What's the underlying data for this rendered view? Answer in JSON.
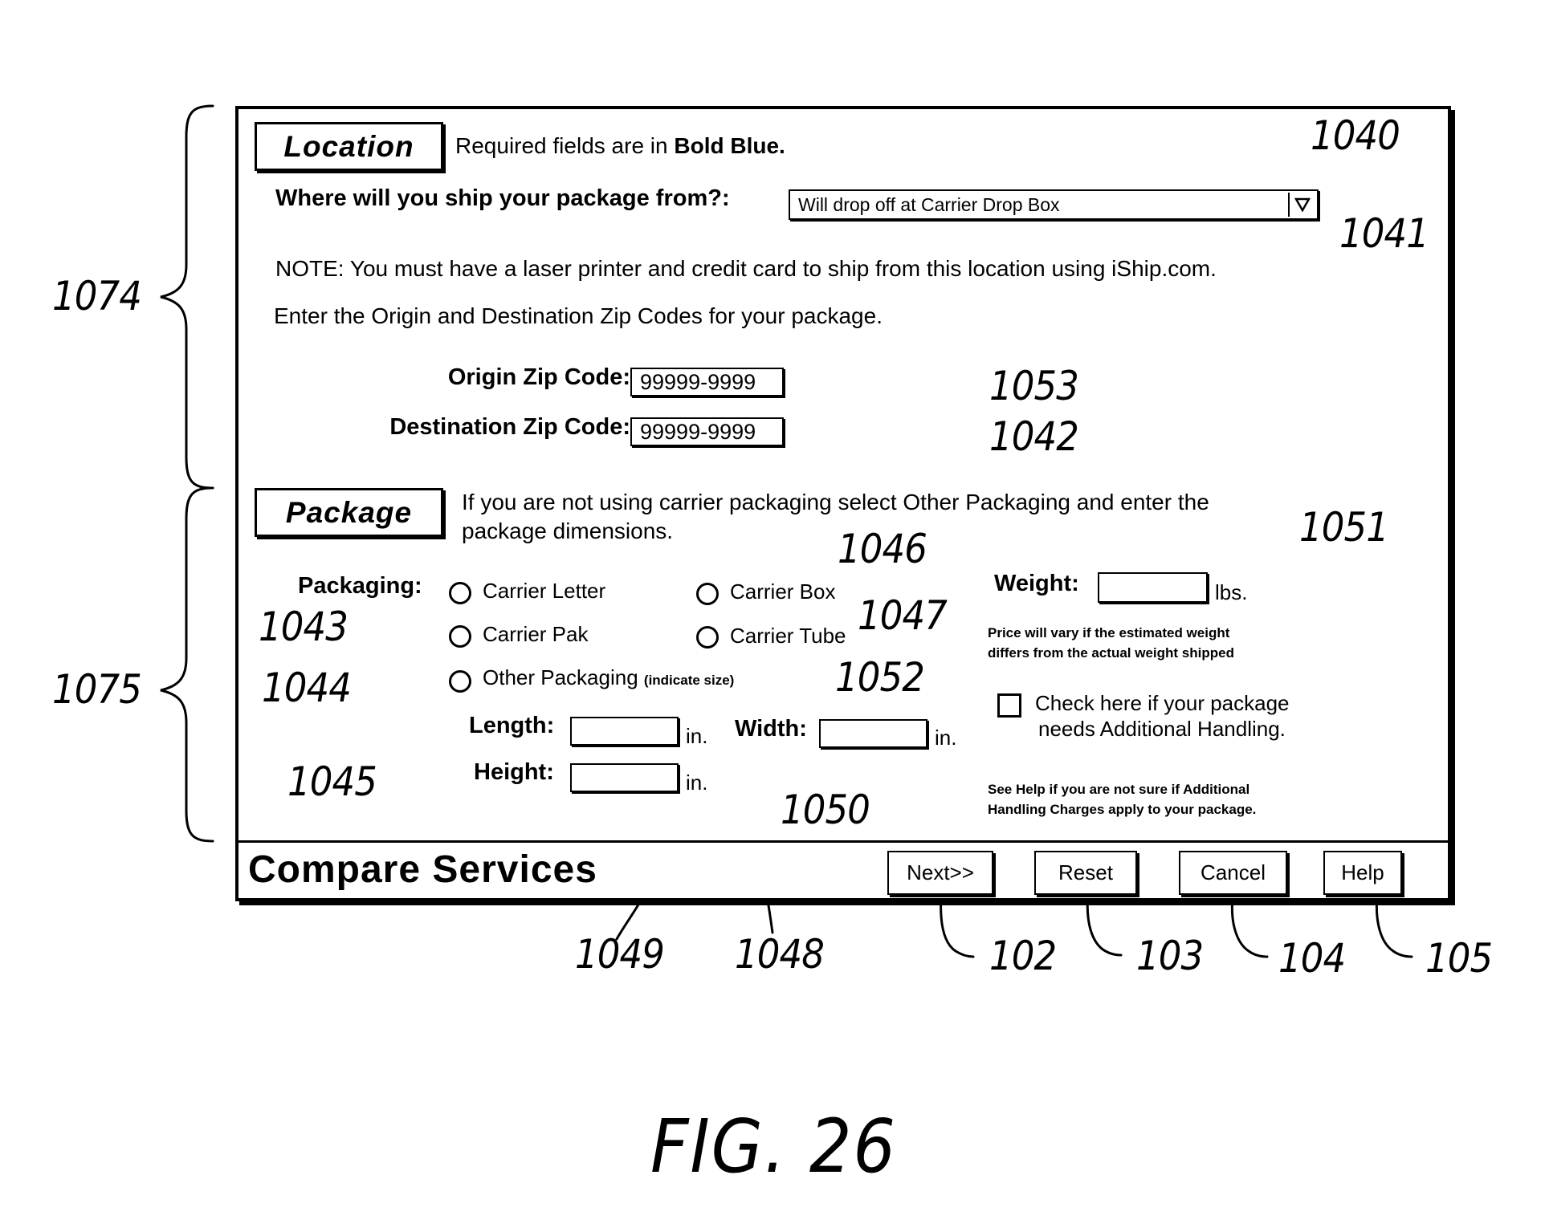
{
  "location": {
    "label": "Location",
    "required_note": "Required fields are in",
    "required_emphasis": "Bold Blue.",
    "ship_from_label": "Where will you ship your package from?:",
    "ship_from_value": "Will drop off at Carrier Drop Box",
    "note": "NOTE: You must have a laser printer and credit card to ship from this location using iShip.com.",
    "zip_instructions": "Enter the Origin and Destination Zip Codes for your package.",
    "origin_label": "Origin Zip Code:",
    "origin_value": "99999-9999",
    "destination_label": "Destination Zip Code:",
    "destination_value": "99999-9999"
  },
  "package": {
    "label": "Package",
    "instructions_line1": "If you are not using carrier packaging select Other Packaging and enter the",
    "instructions_line2": "package dimensions.",
    "packaging_label": "Packaging:",
    "options": {
      "carrier_letter": "Carrier Letter",
      "carrier_pak": "Carrier Pak",
      "other": "Other Packaging",
      "other_hint": "(indicate size)",
      "carrier_box": "Carrier Box",
      "carrier_tube": "Carrier Tube"
    },
    "length_label": "Length:",
    "width_label": "Width:",
    "height_label": "Height:",
    "dim_unit": "in.",
    "weight_label": "Weight:",
    "weight_unit": "lbs.",
    "weight_note_line1": "Price will vary if the estimated weight",
    "weight_note_line2": "differs from the actual weight shipped",
    "handling_line1": "Check here if your package",
    "handling_line2": "needs Additional Handling.",
    "help_note_line1": "See Help if you are not sure if Additional",
    "help_note_line2": "Handling Charges apply to your package."
  },
  "footer": {
    "title": "Compare Services",
    "next": "Next>>",
    "reset": "Reset",
    "cancel": "Cancel",
    "help": "Help"
  },
  "refs": {
    "r1074": "1074",
    "r1075": "1075",
    "r1040": "1040",
    "r1041": "1041",
    "r1053": "1053",
    "r1042": "1042",
    "r1046": "1046",
    "r1051": "1051",
    "r1043": "1043",
    "r1047": "1047",
    "r1044": "1044",
    "r1052": "1052",
    "r1045": "1045",
    "r1050": "1050",
    "r1049": "1049",
    "r1048": "1048",
    "r102": "102",
    "r103": "103",
    "r104": "104",
    "r105": "105"
  },
  "caption": "FIG. 26",
  "icons": {
    "dropdown": "triangle-down-icon",
    "radio": "radio-empty-icon",
    "checkbox": "checkbox-empty-icon"
  }
}
